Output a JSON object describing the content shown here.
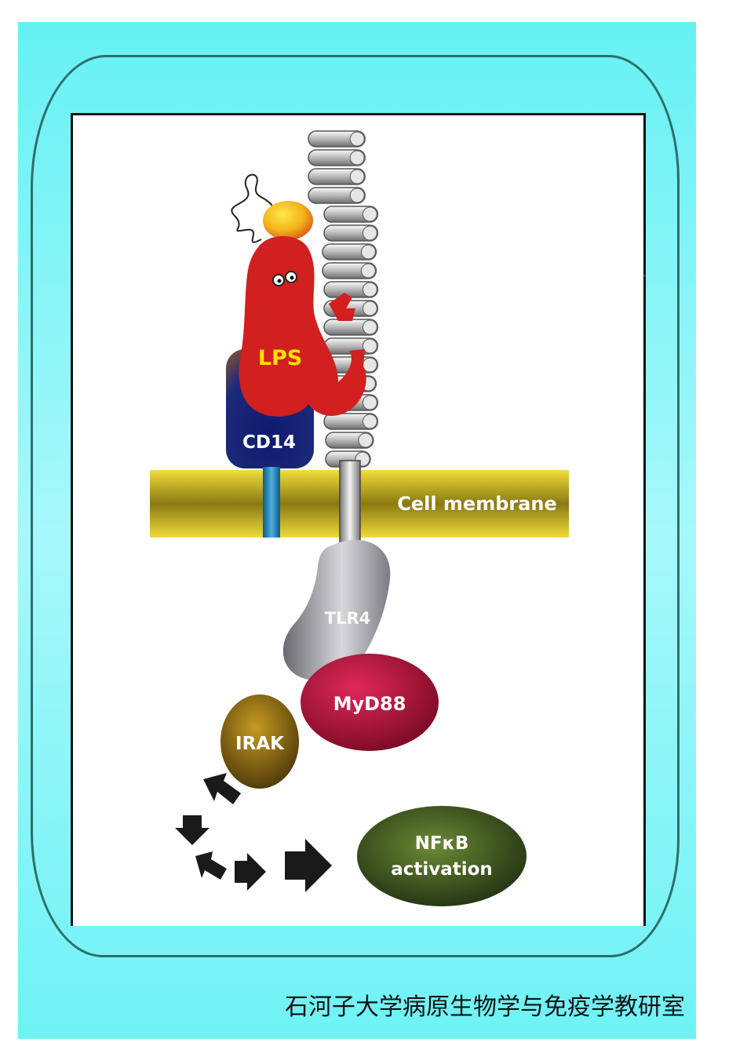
{
  "diagram": {
    "labels": {
      "lps": "LPS",
      "cd14": "CD14",
      "membrane": "Cell membrane",
      "tlr4": "TLR4",
      "myd88": "MyD88",
      "irak": "IRAK",
      "nfkb_line1": "NFκB",
      "nfkb_line2": "activation"
    },
    "colors": {
      "slide_background": "#8ff6f8",
      "frame_border": "#2e6f6b",
      "lps": "#d21f1f",
      "lps_text": "#ffe100",
      "cd14": "#1d2a7a",
      "membrane": "#c9b020",
      "tlr4": "#9b9aa0",
      "myd88": "#b3123a",
      "irak": "#8a6a10",
      "nfkb": "#3c5a22",
      "arrows": "#1a1a1a"
    }
  },
  "footer": {
    "text": "石河子大学病原生物学与免疫学教研室"
  }
}
